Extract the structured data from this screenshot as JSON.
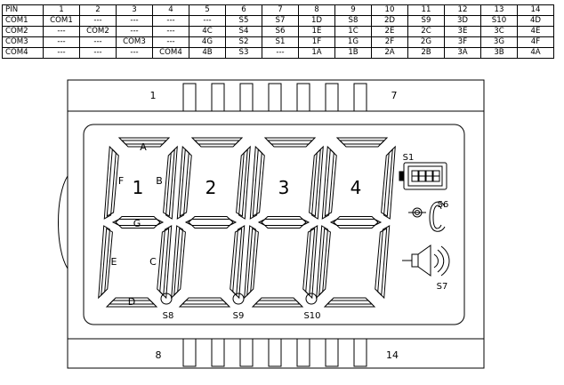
{
  "table": {
    "rows": [
      [
        "PIN",
        "1",
        "2",
        "3",
        "4",
        "5",
        "6",
        "7",
        "8",
        "9",
        "10",
        "11",
        "12",
        "13",
        "14"
      ],
      [
        "COM1",
        "COM1",
        "---",
        "---",
        "---",
        "---",
        "S5",
        "S7",
        "1D",
        "S8",
        "2D",
        "S9",
        "3D",
        "S10",
        "4D"
      ],
      [
        "COM2",
        "---",
        "COM2",
        "---",
        "---",
        "4C",
        "S4",
        "S6",
        "1E",
        "1C",
        "2E",
        "2C",
        "3E",
        "3C",
        "4E"
      ],
      [
        "COM3",
        "---",
        "---",
        "COM3",
        "---",
        "4G",
        "S2",
        "S1",
        "1F",
        "1G",
        "2F",
        "2G",
        "3F",
        "3G",
        "4F"
      ],
      [
        "COM4",
        "---",
        "---",
        "---",
        "COM4",
        "4B",
        "S3",
        "---",
        "1A",
        "1B",
        "2A",
        "2B",
        "3A",
        "3B",
        "4A"
      ]
    ]
  },
  "display": {
    "pin_top_left": "1",
    "pin_top_right": "7",
    "pin_bottom_left": "8",
    "pin_bottom_right": "14",
    "digits": [
      "1",
      "2",
      "3",
      "4"
    ],
    "segments": [
      "A",
      "B",
      "C",
      "D",
      "E",
      "F",
      "G"
    ],
    "symbols": {
      "battery": "S1",
      "celsius": "S6",
      "speaker": "S7",
      "dp1": "S8",
      "dp2": "S9",
      "dp3": "S10"
    }
  }
}
